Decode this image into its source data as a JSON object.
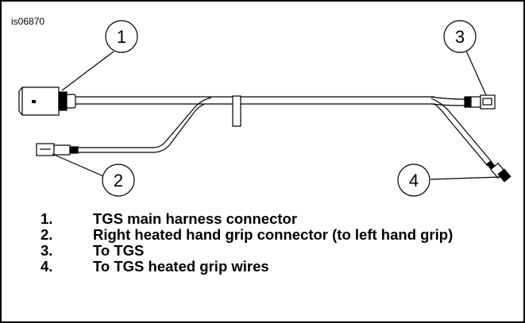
{
  "figure": {
    "id_label": "is06870",
    "callouts": [
      {
        "number": "1"
      },
      {
        "number": "2"
      },
      {
        "number": "3"
      },
      {
        "number": "4"
      }
    ]
  },
  "legend": [
    {
      "number": "1.",
      "text": "TGS main harness connector"
    },
    {
      "number": "2.",
      "text": "Right heated hand grip connector (to left hand grip)"
    },
    {
      "number": "3.",
      "text": "To TGS"
    },
    {
      "number": "4.",
      "text": "To TGS heated grip wires"
    }
  ]
}
